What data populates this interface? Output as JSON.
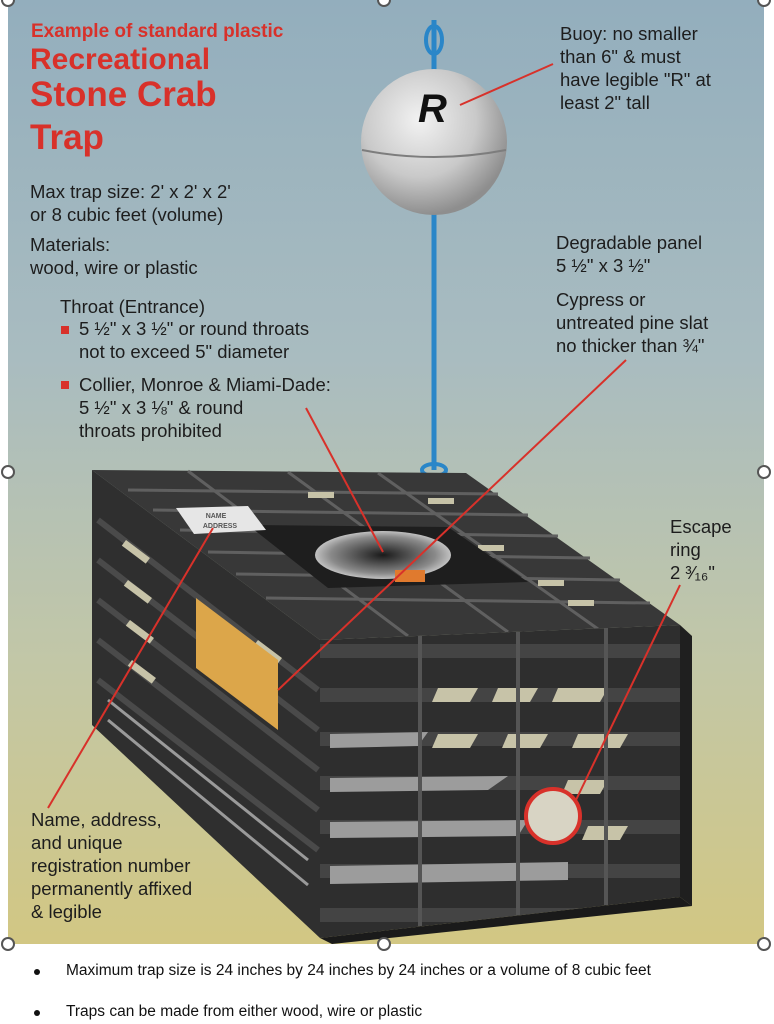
{
  "poster": {
    "subtitle": "Example of standard plastic",
    "title_line1": "Recreational",
    "title_line2": "Stone Crab",
    "title_line3": "Trap",
    "max_size_line1": "Max trap size: 2' x 2' x 2'",
    "max_size_line2": "or 8 cubic feet (volume)",
    "materials_line1": "Materials:",
    "materials_line2": "wood, wire or plastic",
    "throat_heading": "Throat (Entrance)",
    "throat_bullet1_line1": "5 ½\" x 3 ½\" or round throats",
    "throat_bullet1_line2": "not to exceed 5\" diameter",
    "throat_bullet2_line1": "Collier, Monroe & Miami-Dade:",
    "throat_bullet2_line2": "5 ½\" x 3 ⅛\" & round",
    "throat_bullet2_line3": "throats prohibited",
    "buoy_line1": "Buoy: no smaller",
    "buoy_line2": "than 6\" & must",
    "buoy_line3": "have legible \"R\" at",
    "buoy_line4": "least 2\" tall",
    "buoy_letter": "R",
    "panel_line1": "Degradable panel",
    "panel_line2": "5 ½\" x 3 ½\"",
    "slat_line1": "Cypress or",
    "slat_line2": "untreated pine slat",
    "slat_line3": "no thicker than ¾\"",
    "escape_line1": "Escape",
    "escape_line2": "ring",
    "escape_line3": "2 ³⁄₁₆\"",
    "name_line1": "Name, address,",
    "name_line2": "and unique",
    "name_line3": "registration number",
    "name_line4": "permanently affixed",
    "name_line5": "& legible",
    "tag_line1": "NAME",
    "tag_line2": "ADDRESS"
  },
  "bullets": [
    "Maximum trap size is 24 inches by 24 inches by 24 inches or a volume of 8 cubic feet",
    "Traps can be made from either wood, wire or plastic"
  ],
  "colors": {
    "accent_red": "#d8312a",
    "rope_blue": "#2a86c8",
    "panel_orange": "#dca64a",
    "trap_dark": "#333333"
  }
}
